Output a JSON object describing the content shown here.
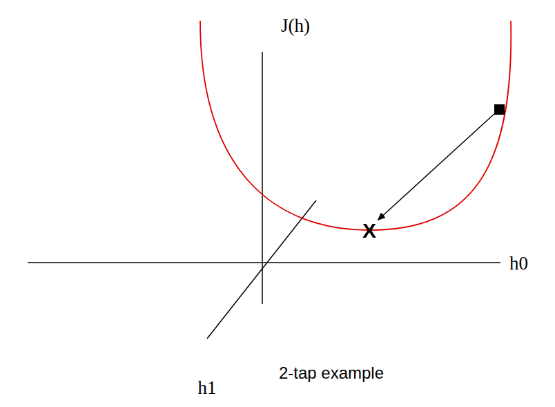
{
  "diagram": {
    "caption": "2-tap example",
    "labels": [
      "J(h)",
      "h0",
      "h1",
      "X"
    ]
  }
}
